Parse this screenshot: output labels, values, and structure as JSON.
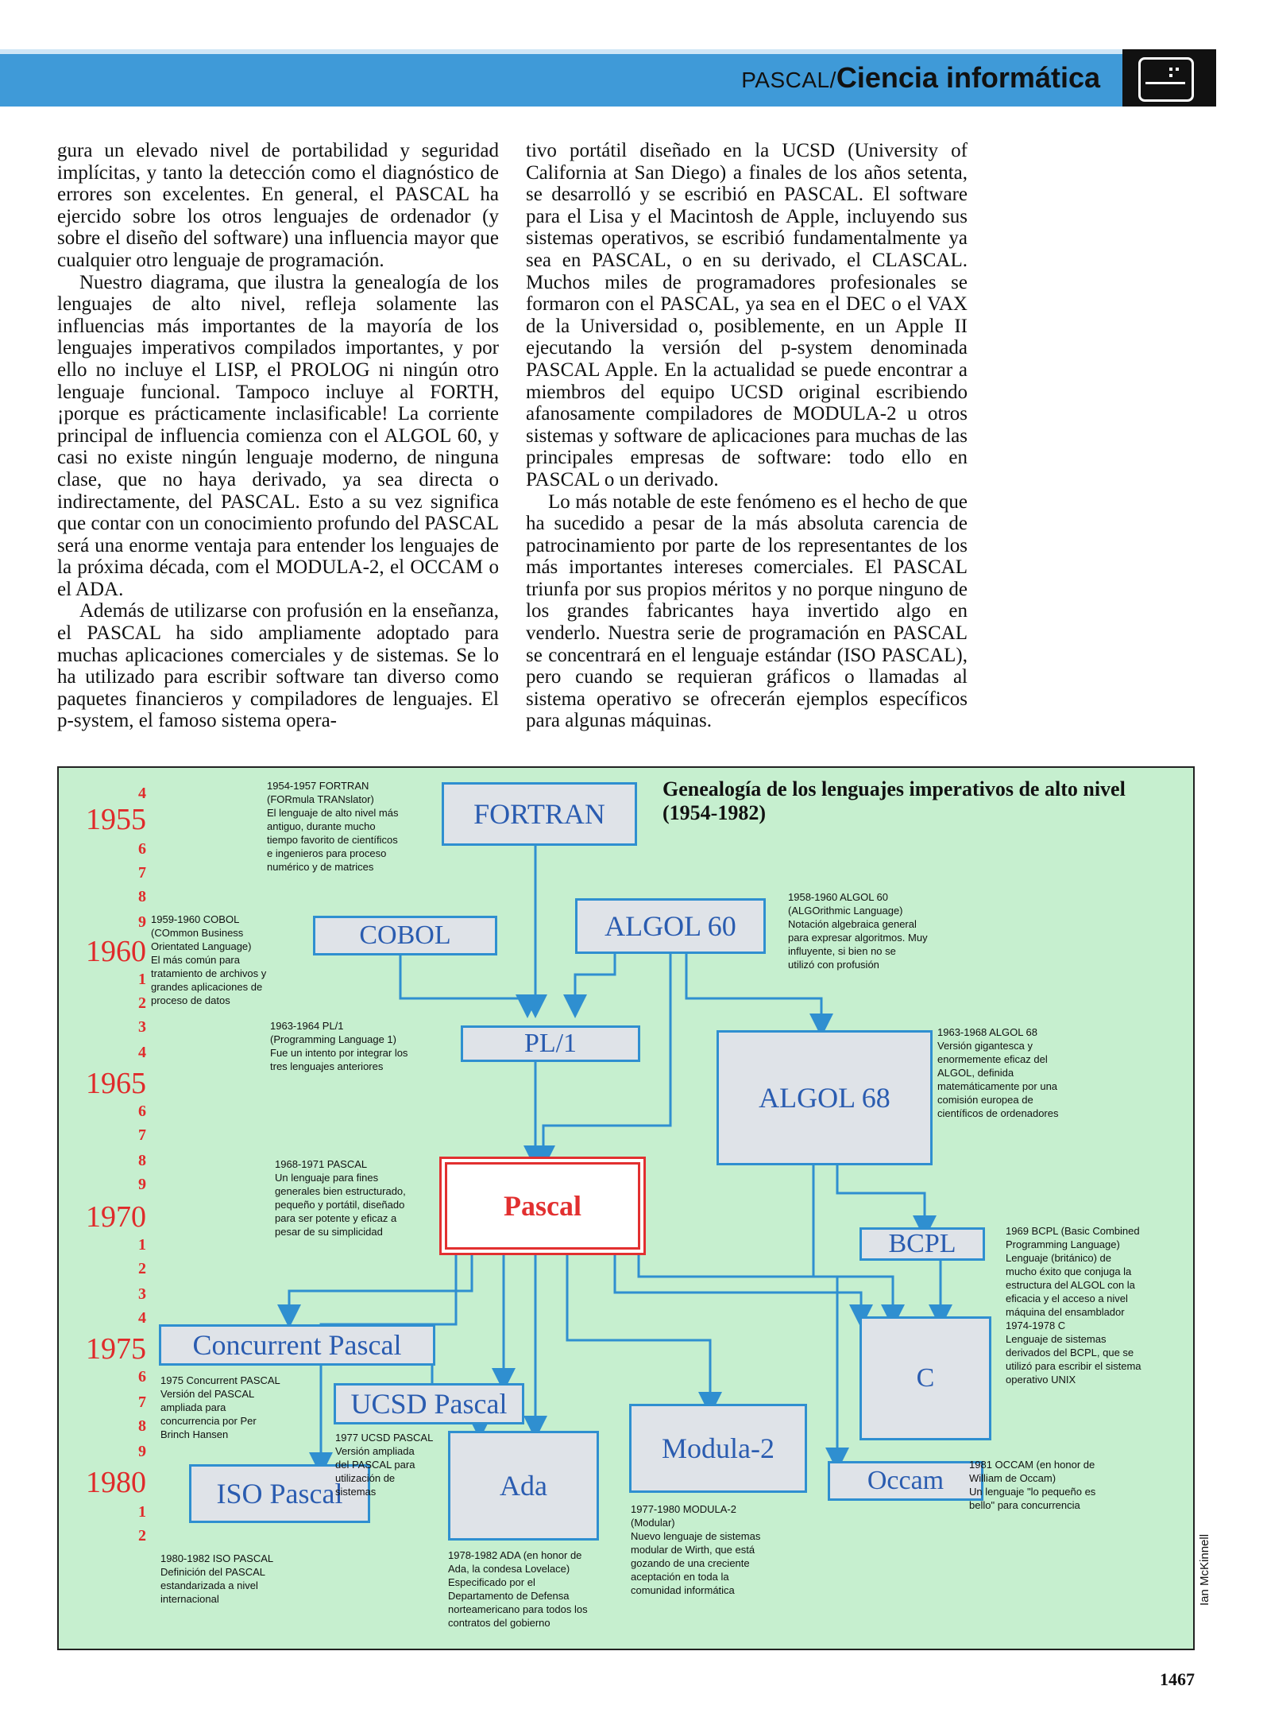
{
  "header": {
    "section": "PASCAL/",
    "title": "Ciencia informática",
    "icon": "computer-screen-icon"
  },
  "left_column": [
    "gura un elevado nivel de portabilidad y seguridad implícitas, y tanto la detección como el diagnóstico de errores son excelentes. En general, el PASCAL ha ejercido sobre los otros lenguajes de ordenador (y sobre el diseño del software) una influencia mayor que cualquier otro lenguaje de programación.",
    "Nuestro diagrama, que ilustra la genealogía de los lenguajes de alto nivel, refleja solamente las influencias más importantes de la mayoría de los lenguajes imperativos compilados importantes, y por ello no incluye el LISP, el PROLOG ni ningún otro lenguaje funcional. Tampoco incluye al FORTH, ¡porque es prácticamente inclasificable! La corriente principal de influencia comienza con el ALGOL 60, y casi no existe ningún lenguaje moderno, de ninguna clase, que no haya derivado, ya sea directa o indirectamente, del PASCAL. Esto a su vez significa que contar con un conocimiento profundo del PASCAL será una enorme ventaja para entender los lenguajes de la próxima década, com el MODULA-2, el OCCAM o el ADA.",
    "Además de utilizarse con profusión en la enseñanza, el PASCAL ha sido ampliamente adoptado para muchas aplicaciones comerciales y de sistemas. Se lo ha utilizado para escribir software tan diverso como paquetes financieros y compiladores de lenguajes. El p-system, el famoso sistema opera-"
  ],
  "right_column": [
    "tivo portátil diseñado en la UCSD (University of California at San Diego) a finales de los años setenta, se desarrolló y se escribió en PASCAL. El software para el Lisa y el Macintosh de Apple, incluyendo sus sistemas operativos, se escribió fundamentalmente ya sea en PASCAL, o en su derivado, el CLASCAL. Muchos miles de programadores profesionales se formaron con el PASCAL, ya sea en el DEC o el VAX de la Universidad o, posiblemente, en un Apple II ejecutando la versión del p-system denominada PASCAL Apple. En la actualidad se puede encontrar a miembros del equipo UCSD original escribiendo afanosamente compiladores de MODULA-2 u otros sistemas y software de aplicaciones para muchas de las principales empresas de software: todo ello en PASCAL o un derivado.",
    "Lo más notable de este fenómeno es el hecho de que ha sucedido a pesar de la más absoluta carencia de patrocinamiento por parte de los representantes de los más importantes intereses comerciales. El PASCAL triunfa por sus propios méritos y no porque ninguno de los grandes fabricantes haya invertido algo en venderlo. Nuestra serie de programación en PASCAL se concentrará en el lenguaje estándar (ISO PASCAL), pero cuando se requieran gráficos o llamadas al sistema operativo se ofrecerán ejemplos específicos para algunas máquinas."
  ],
  "diagram": {
    "title_line1": "Genealogía de los lenguajes imperativos de alto nivel",
    "title_line2": "(1954-1982)",
    "years": [
      "4",
      "1955",
      "6",
      "7",
      "8",
      "9",
      "1960",
      "1",
      "2",
      "3",
      "4",
      "1965",
      "6",
      "7",
      "8",
      "9",
      "1970",
      "1",
      "2",
      "3",
      "4",
      "1975",
      "6",
      "7",
      "8",
      "9",
      "1980",
      "1",
      "2"
    ],
    "languages": {
      "fortran": "FORTRAN",
      "cobol": "COBOL",
      "algol60": "ALGOL 60",
      "pl1": "PL/1",
      "algol68": "ALGOL 68",
      "pascal": "Pascal",
      "bcpl": "BCPL",
      "c": "C",
      "concurrent": "Concurrent Pascal",
      "ucsd": "UCSD Pascal",
      "modula2": "Modula-2",
      "ada": "Ada",
      "iso": "ISO Pascal",
      "occam": "Occam"
    },
    "notes": {
      "fortran": [
        "1954-1957 FORTRAN",
        "(FORmula TRANslator)",
        "El lenguaje de alto nivel más",
        "antiguo, durante mucho",
        "tiempo favorito de científicos",
        "e ingenieros para proceso",
        "numérico y de matrices"
      ],
      "cobol": [
        "1959-1960 COBOL",
        "(COmmon Business",
        "Orientated Language)",
        "El más común para",
        "tratamiento de archivos y",
        "grandes aplicaciones de",
        "proceso de datos"
      ],
      "algol60": [
        "1958-1960 ALGOL 60",
        "(ALGOrithmic Language)",
        "Notación algebraica general",
        "para expresar algoritmos. Muy",
        "influyente, si bien no se",
        "utilizó con profusión"
      ],
      "pl1": [
        "1963-1964 PL/1",
        "(Programming Language 1)",
        "Fue un intento por integrar los",
        "tres lenguajes anteriores"
      ],
      "algol68": [
        "1963-1968 ALGOL 68",
        "Versión gigantesca y",
        "enormemente eficaz del",
        "ALGOL, definida",
        "matemáticamente por una",
        "comisión europea de",
        "científicos de ordenadores"
      ],
      "pascal": [
        "1968-1971 PASCAL",
        "Un lenguaje para fines",
        "generales bien estructurado,",
        "pequeño y portátil, diseñado",
        "para ser potente y eficaz a",
        "pesar de su simplicidad"
      ],
      "bcpl_c": [
        "1969 BCPL (Basic Combined",
        "Programming Language)",
        "Lenguaje (británico) de",
        "mucho éxito que conjuga la",
        "estructura del ALGOL con la",
        "eficacia y el acceso a nivel",
        "máquina del ensamblador",
        "1974-1978 C",
        "Lenguaje de sistemas",
        "derivados del BCPL, que se",
        "utilizó para escribir el sistema",
        "operativo UNIX"
      ],
      "concurrent": [
        "1975 Concurrent PASCAL",
        "Versión del PASCAL",
        "ampliada para",
        "concurrencia por Per",
        "Brinch Hansen"
      ],
      "ucsd": [
        "1977 UCSD PASCAL",
        "Versión ampliada",
        "del PASCAL para",
        "utilización de",
        "sistemas"
      ],
      "iso": [
        "1980-1982 ISO PASCAL",
        "Definición del PASCAL",
        "estandarizada a nivel",
        "internacional"
      ],
      "ada": [
        "1978-1982 ADA (en honor de",
        "Ada, la condesa Lovelace)",
        "Especificado por el",
        "Departamento de Defensa",
        "norteamericano para todos los",
        "contratos del gobierno"
      ],
      "modula2": [
        "1977-1980 MODULA-2",
        "(Modular)",
        "Nuevo lenguaje de sistemas",
        "modular de Wirth, que está",
        "gozando de una creciente",
        "aceptación en toda la",
        "comunidad informática"
      ],
      "occam": [
        "1981 OCCAM (en honor de",
        "William de Occam)",
        "Un lenguaje \"lo pequeño es",
        "bello\" para concurrencia"
      ]
    },
    "credit": "Ian McKinnell",
    "colors": {
      "background": "#c6efcf",
      "box_border": "#2f8fd0",
      "box_fill": "#dfe3e8",
      "pascal_red": "#e23030",
      "years_red": "#e02a2a"
    }
  },
  "page_number": "1467"
}
